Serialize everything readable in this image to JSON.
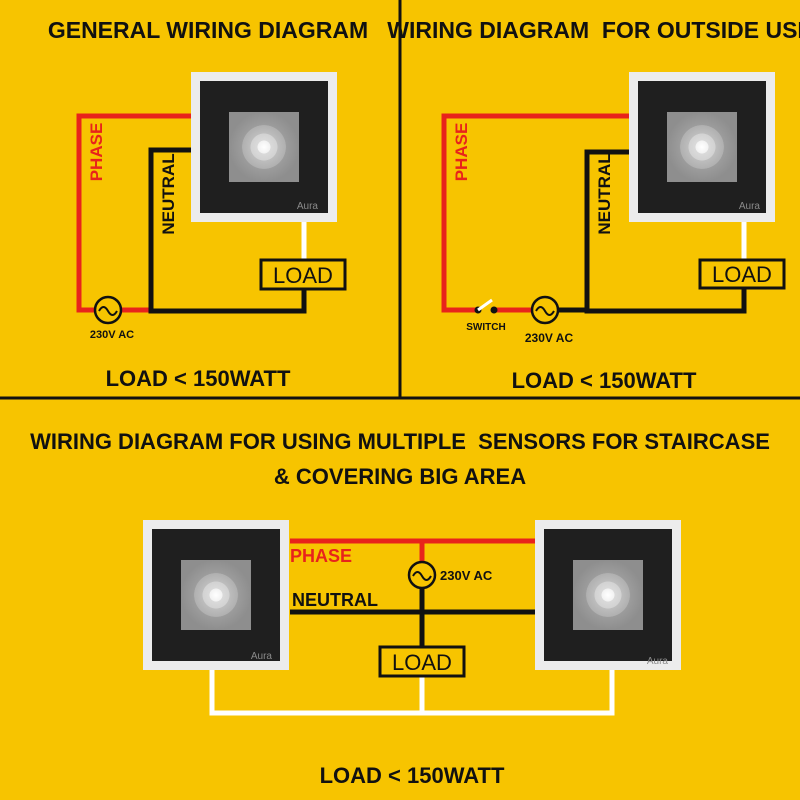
{
  "colors": {
    "background": "#f7c400",
    "phase_wire": "#e8231b",
    "neutral_wire": "#111111",
    "load_wire": "#ffffff",
    "divider": "#111111",
    "sensor_frame": "#ececec",
    "sensor_body": "#1f1f1f"
  },
  "panel_general": {
    "title": "GENERAL WIRING DIAGRAM",
    "phase_label": "PHASE",
    "neutral_label": "NEUTRAL",
    "load_label": "LOAD",
    "source_label": "230V AC",
    "brand": "Aura",
    "load_limit": "LOAD < 150WATT"
  },
  "panel_outside": {
    "title": "WIRING DIAGRAM  FOR OUTSIDE USE",
    "phase_label": "PHASE",
    "neutral_label": "NEUTRAL",
    "load_label": "LOAD",
    "switch_label": "SWITCH",
    "source_label": "230V AC",
    "brand": "Aura",
    "load_limit": "LOAD < 150WATT"
  },
  "panel_multiple": {
    "title_line1": "WIRING DIAGRAM FOR USING MULTIPLE  SENSORS FOR STAIRCASE",
    "title_line2": "& COVERING BIG AREA",
    "phase_label": "PHASE",
    "neutral_label": "NEUTRAL",
    "load_label": "LOAD",
    "source_label": "230V AC",
    "brand_left": "Aura",
    "brand_right": "Aura",
    "load_limit": "LOAD < 150WATT"
  }
}
